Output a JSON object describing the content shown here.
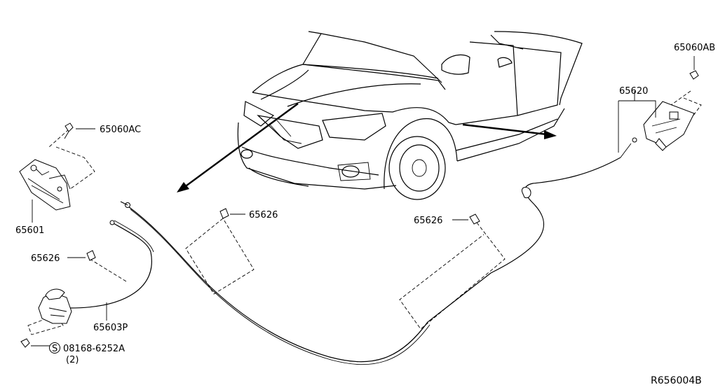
{
  "labels": {
    "p65060AB": "65060AB",
    "p65620": "65620",
    "p65060AC": "65060AC",
    "p65601": "65601",
    "p65626_center": "65626",
    "p65626_right": "65626",
    "p65626_left": "65626",
    "p65603P": "65603P",
    "s_symbol": "S",
    "p08168": "08168-6252A",
    "qty": "(2)"
  },
  "reference_code": "R656004B"
}
